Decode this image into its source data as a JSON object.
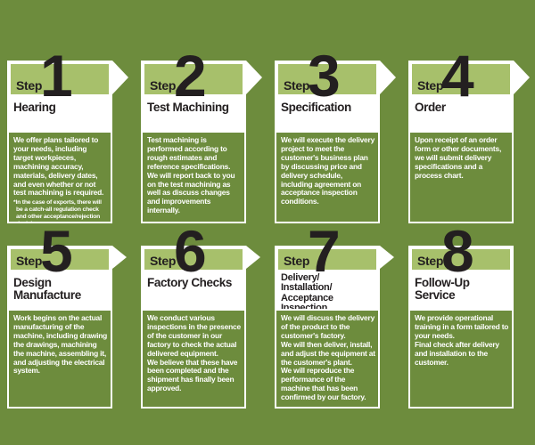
{
  "page": {
    "background_color": "#6d8c3d",
    "band_color": "#a7c06b",
    "dark_text_color": "#231f20",
    "light_text_color": "#ffffff"
  },
  "steps": [
    {
      "step_label": "Step",
      "number": "1",
      "title": "Hearing",
      "description": "We offer plans tailored to your needs, including target workpieces, machining accuracy, materials, delivery dates, and even whether or not test machining is required.",
      "footnote": "*In the case of exports, there will be a catch-all regulation check and other acceptance/rejection decisions.",
      "has_arrow": true
    },
    {
      "step_label": "Step",
      "number": "2",
      "title": "Test Machining",
      "description": "Test machining is performed according to rough estimates and reference specifications. We will report back to you on the test machining as well as discuss changes and improvements internally.",
      "footnote": "",
      "has_arrow": true
    },
    {
      "step_label": "Step",
      "number": "3",
      "title": "Specification",
      "description": "We will execute the delivery project to meet the customer's business plan by discussing price and delivery schedule, including agreement on acceptance inspection conditions.",
      "footnote": "",
      "has_arrow": true
    },
    {
      "step_label": "Step",
      "number": "4",
      "title": "Order",
      "description": "Upon receipt of an order form or other documents, we will submit delivery specifications and a process chart.",
      "footnote": "",
      "has_arrow": true
    },
    {
      "step_label": "Step",
      "number": "5",
      "title": "Design\nManufacture",
      "description": "Work begins on the actual manufacturing of the machine, including drawing the drawings, machining the machine, assembling it, and adjusting the electrical system.",
      "footnote": "",
      "has_arrow": true
    },
    {
      "step_label": "Step",
      "number": "6",
      "title": "Factory Checks",
      "description": "We conduct various inspections in the presence of the customer in our factory to check the actual delivered equipment.\nWe believe that these have been completed and the shipment has finally been approved.",
      "footnote": "",
      "has_arrow": true
    },
    {
      "step_label": "Step",
      "number": "7",
      "title": "Delivery/\nInstallation/\nAcceptance Inspection",
      "description": "We will discuss the delivery of the product to the customer's factory.\nWe will then deliver, install, and adjust the equipment at the customer's plant.\nWe will reproduce the performance of the machine that has been confirmed by our factory.",
      "footnote": "",
      "has_arrow": true
    },
    {
      "step_label": "Step",
      "number": "8",
      "title": "Follow-Up Service",
      "description": "We provide operational training in a form tailored to your needs.\nFinal check after delivery and installation to the customer.",
      "footnote": "",
      "has_arrow": false
    }
  ]
}
